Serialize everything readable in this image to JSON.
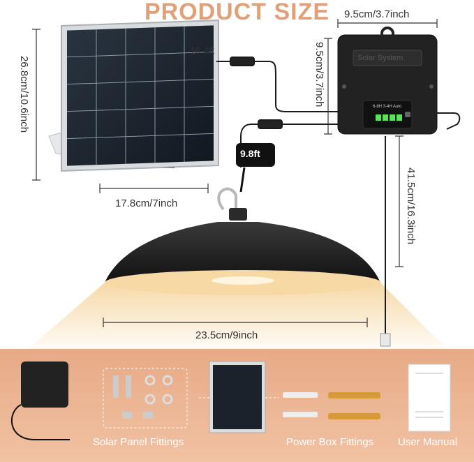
{
  "title": "PRODUCT SIZE",
  "dimensions": {
    "panel_height": "26.8cm/10.6inch",
    "panel_width": "17.8cm/7inch",
    "cable_panel": "16.4ft",
    "box_width": "9.5cm/3.7inch",
    "box_height": "9.5cm/3.7inch",
    "cable_lamp": "9.8ft",
    "drop_length": "41.5cm/16.3inch",
    "lamp_diameter": "23.5cm/9inch"
  },
  "box": {
    "label": "Solar System",
    "modes": "6-8H 3-4H Auto"
  },
  "accessories": {
    "solar_panel_fittings": "Solar Panel Fittings",
    "power_box_fittings": "Power Box Fittings",
    "user_manual": "User Manual"
  },
  "colors": {
    "title": "#e0a179",
    "bottom_band": "#e7aa86",
    "light_glow": "#f6d7a3"
  }
}
